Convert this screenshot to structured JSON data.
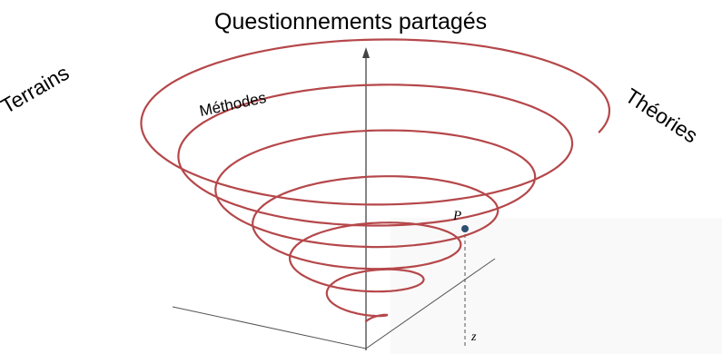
{
  "title": "Questionnements partagés",
  "labels": {
    "left": "Terrains",
    "right": "Théories",
    "methods": "Méthodes"
  },
  "point_label": "P",
  "axis_label": "z",
  "colors": {
    "spiral": "#b5474a",
    "axis": "#444444",
    "point": "#2d4e73",
    "text": "#000000"
  }
}
